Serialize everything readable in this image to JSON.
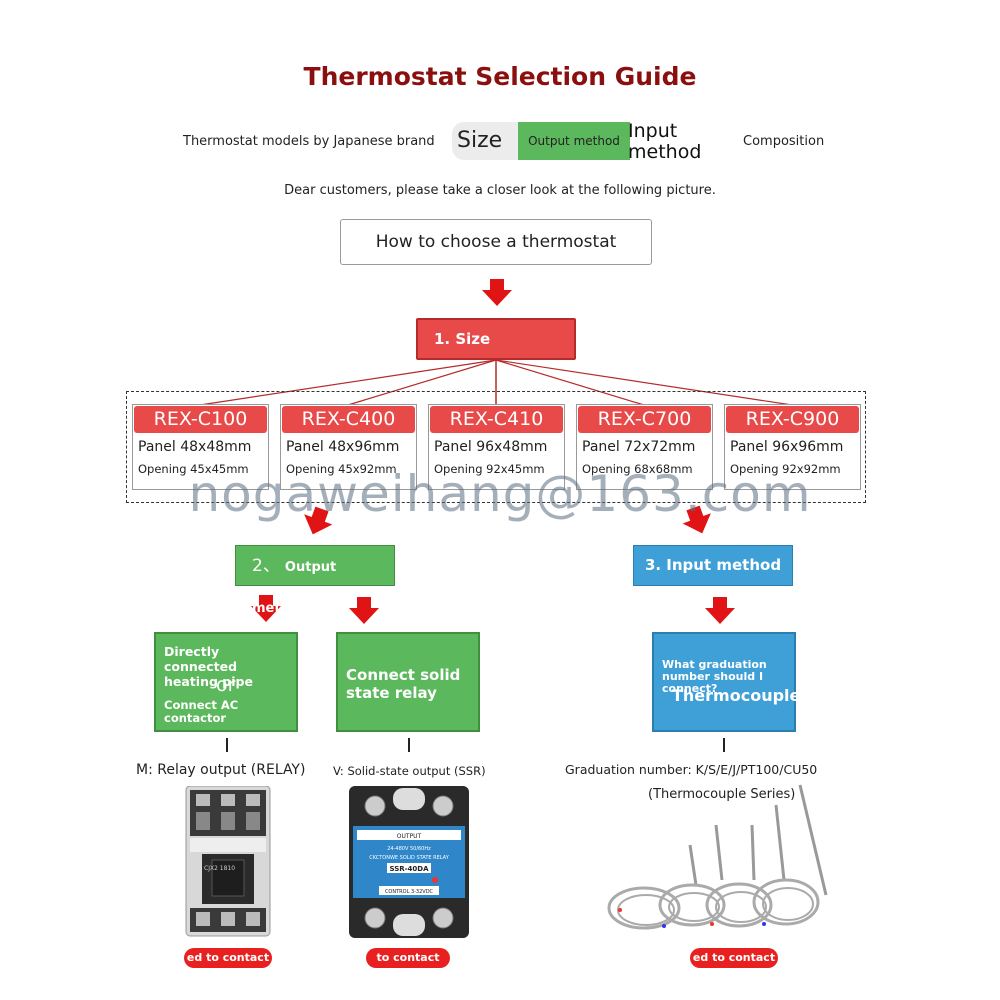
{
  "title": "Thermostat Selection Guide",
  "steps_bar": {
    "brand_models": "Thermostat models by Japanese brand",
    "size": "Size",
    "output_method": "Output method",
    "input_method": "Input method",
    "composition": "Composition"
  },
  "intro": "Dear customers, please take a closer look at the following picture.",
  "how_to": "How to choose a thermostat",
  "step1": "1. Size",
  "models": [
    {
      "name": "REX-C100",
      "panel": "Panel 48x48mm",
      "opening": "Opening 45x45mm"
    },
    {
      "name": "REX-C400",
      "panel": "Panel 48x96mm",
      "opening": "Opening 45x92mm"
    },
    {
      "name": "REX-C410",
      "panel": "Panel 96x48mm",
      "opening": "Opening 92x45mm"
    },
    {
      "name": "REX-C700",
      "panel": "Panel 72x72mm",
      "opening": "Opening 68x68mm"
    },
    {
      "name": "REX-C900",
      "panel": "Panel 96x96mm",
      "opening": "Opening 92x92mm"
    }
  ],
  "watermark": "nogaweihang@163.com",
  "step2": {
    "num": "2、",
    "label": "Output method"
  },
  "step3": "3. Input method",
  "output_a": {
    "line1": "Directly connected heating pipe",
    "or": "or",
    "line2": "Connect AC contactor"
  },
  "output_b": "Connect solid state relay",
  "input_box": {
    "question": "What graduation number should I connect?",
    "answer": "Thermocouple"
  },
  "captions": {
    "relay": "M: Relay output (RELAY)",
    "ssr": "V: Solid-state output (SSR)",
    "graduation": "Graduation number: K/S/E/J/PT100/CU50",
    "series": "(Thermocouple Series)"
  },
  "contact_buttons": [
    "ed to contact",
    "to contact",
    "ed to contact"
  ],
  "ssr_labels": {
    "brand": "CKCTONWE SOLID STATE RELAY",
    "model": "SSR-40DA",
    "control": "CONTROL 3-32VDC",
    "output": "OUTPUT",
    "load": "24-480V  50/60Hz"
  },
  "contactor_label": "CJX2 1810"
}
